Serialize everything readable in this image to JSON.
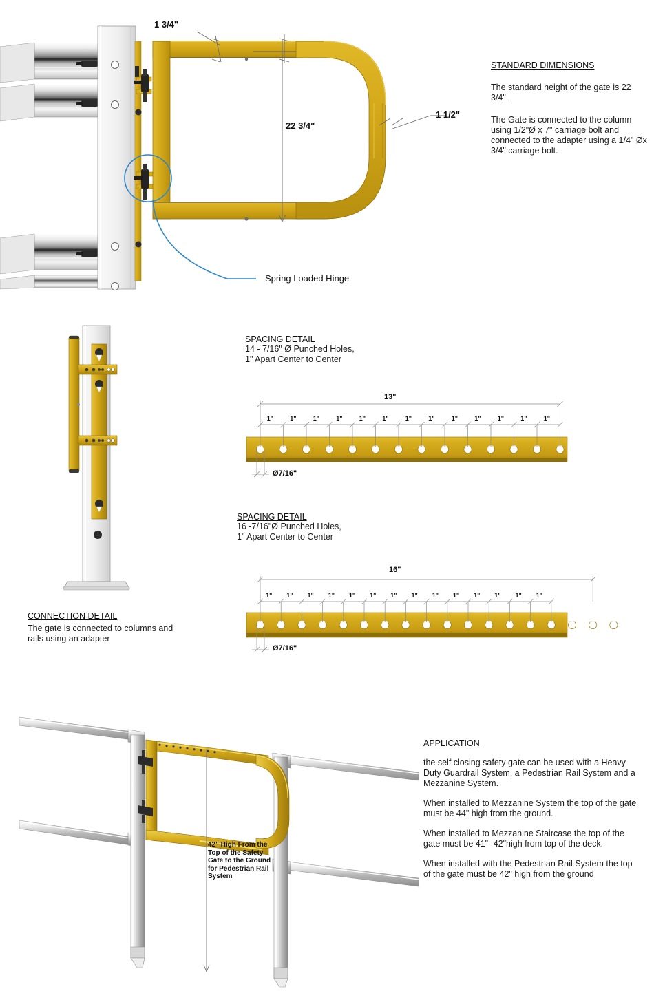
{
  "document": {
    "title": "Self Closing Safety Gate Technical Specification"
  },
  "colors": {
    "gate_yellow": "#D4A81A",
    "gate_yellow_dark": "#A8820D",
    "gate_yellow_light": "#E8C83C",
    "steel_light": "#EDEDED",
    "steel_mid": "#C9C9C9",
    "steel_dark": "#8F8F8F",
    "callout_blue": "#2E86C8",
    "dim_line": "#6E6E6E",
    "text": "#1a1a1a"
  },
  "gate_detail": {
    "dim_top": "1 3/4\"",
    "dim_height": "22 3/4\"",
    "dim_tube": "1 1/2\"",
    "hinge_callout": "Spring Loaded Hinge"
  },
  "standard_dimensions": {
    "title": "STANDARD DIMENSIONS",
    "paragraphs": [
      "The standard height of the gate is 22 3/4\".",
      "The Gate is connected to the column using 1/2\"Ø x 7\" carriage bolt and connected to the adapter using a 1/4\" Øx 3/4\" carriage bolt."
    ]
  },
  "connection_detail": {
    "title": "CONNECTION DETAIL",
    "body": "The gate is connected to columns and rails using an adapter"
  },
  "spacing_details": [
    {
      "title": "SPACING DETAIL",
      "line1": "14 - 7/16\" Ø Punched Holes,",
      "line2": "1\" Apart Center to Center",
      "overall_dim": "13\"",
      "hole_dia_label": "Ø7/16\"",
      "segment_label": "1\"",
      "segment_count": 13,
      "hole_count": 14
    },
    {
      "title": "SPACING DETAIL",
      "line1": "16 -7/16\"Ø Punched Holes,",
      "line2": "1\" Apart Center to Center",
      "overall_dim": "16\"",
      "hole_dia_label": "Ø7/16\"",
      "segment_label": "1\"",
      "segment_count": 14,
      "hole_count": 18
    }
  ],
  "application": {
    "title": "APPLICATION",
    "paragraphs": [
      "the self closing safety gate can be used with a Heavy Duty Guardrail System, a Pedestrian Rail System and a Mezzanine System.",
      "When installed to Mezzanine System the top of the gate must be 44\" high from the ground.",
      "When installed to Mezzanine Staircase the top of the gate must be 41\"- 42\"high from top of the deck.",
      "When installed with the Pedestrian Rail System the top of the gate must be 42\" high from the ground"
    ],
    "height_callout": "42\" High From the Top of the Safety Gate to the Ground for Pedestrian Rail System"
  }
}
